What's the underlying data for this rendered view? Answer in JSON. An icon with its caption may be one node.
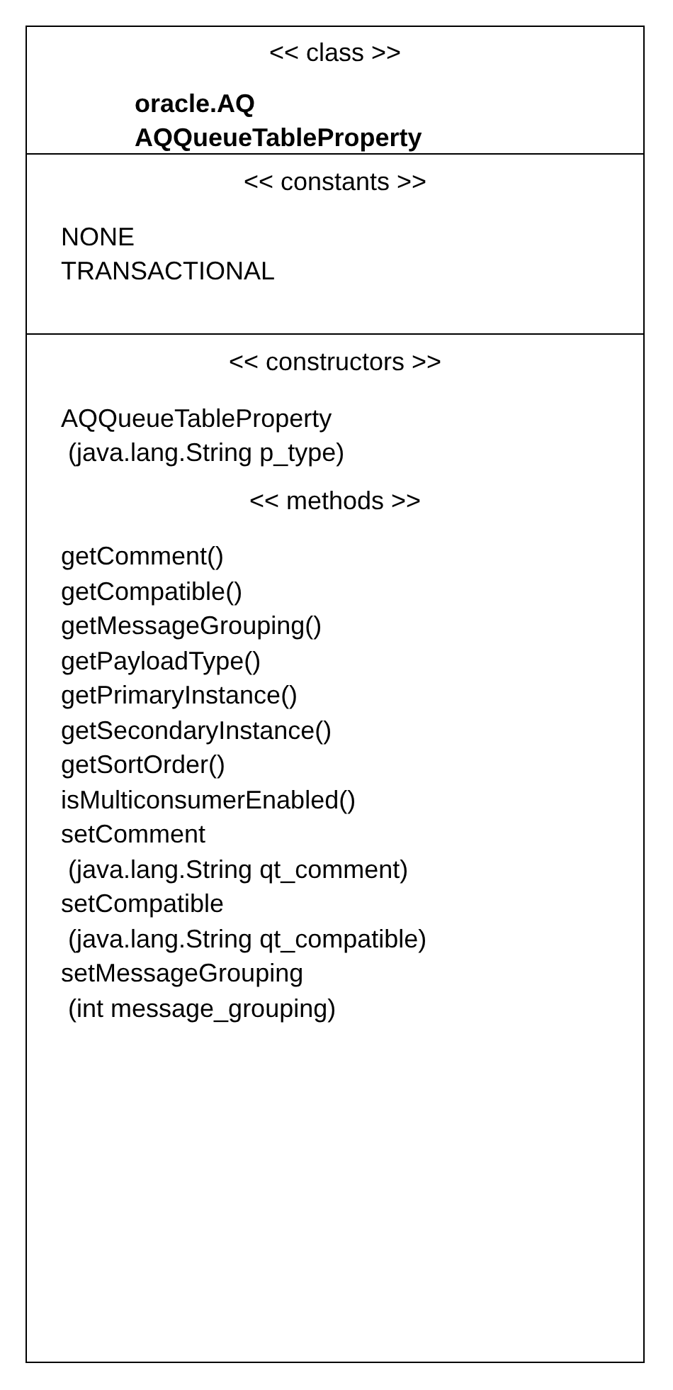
{
  "diagram": {
    "nodes": [
      {
        "text": [
          "<< class >>",
          "oracle.AQ AQQueueTableProperty"
        ]
      },
      {
        "text": [
          "<< constants >>",
          "NONE",
          "TRANSACTIONAL"
        ]
      },
      {
        "text": [
          "<< constructors >>",
          "AQQueueTableProperty (java.lang.String p_type)",
          "<< methods >>",
          "getComment()",
          "getCompatible()",
          "getMessageGrouping()",
          "getPayloadType()",
          "getPrimaryInstance()",
          "getSecondaryInstance()",
          "getSortOrder()",
          "isMulticonsumerEnabled()",
          "setComment (java.lang.String qt_comment)",
          "setCompatible (java.lang.String qt_compatible)",
          "setMessageGrouping (int message_grouping)"
        ]
      }
    ],
    "edges": []
  }
}
